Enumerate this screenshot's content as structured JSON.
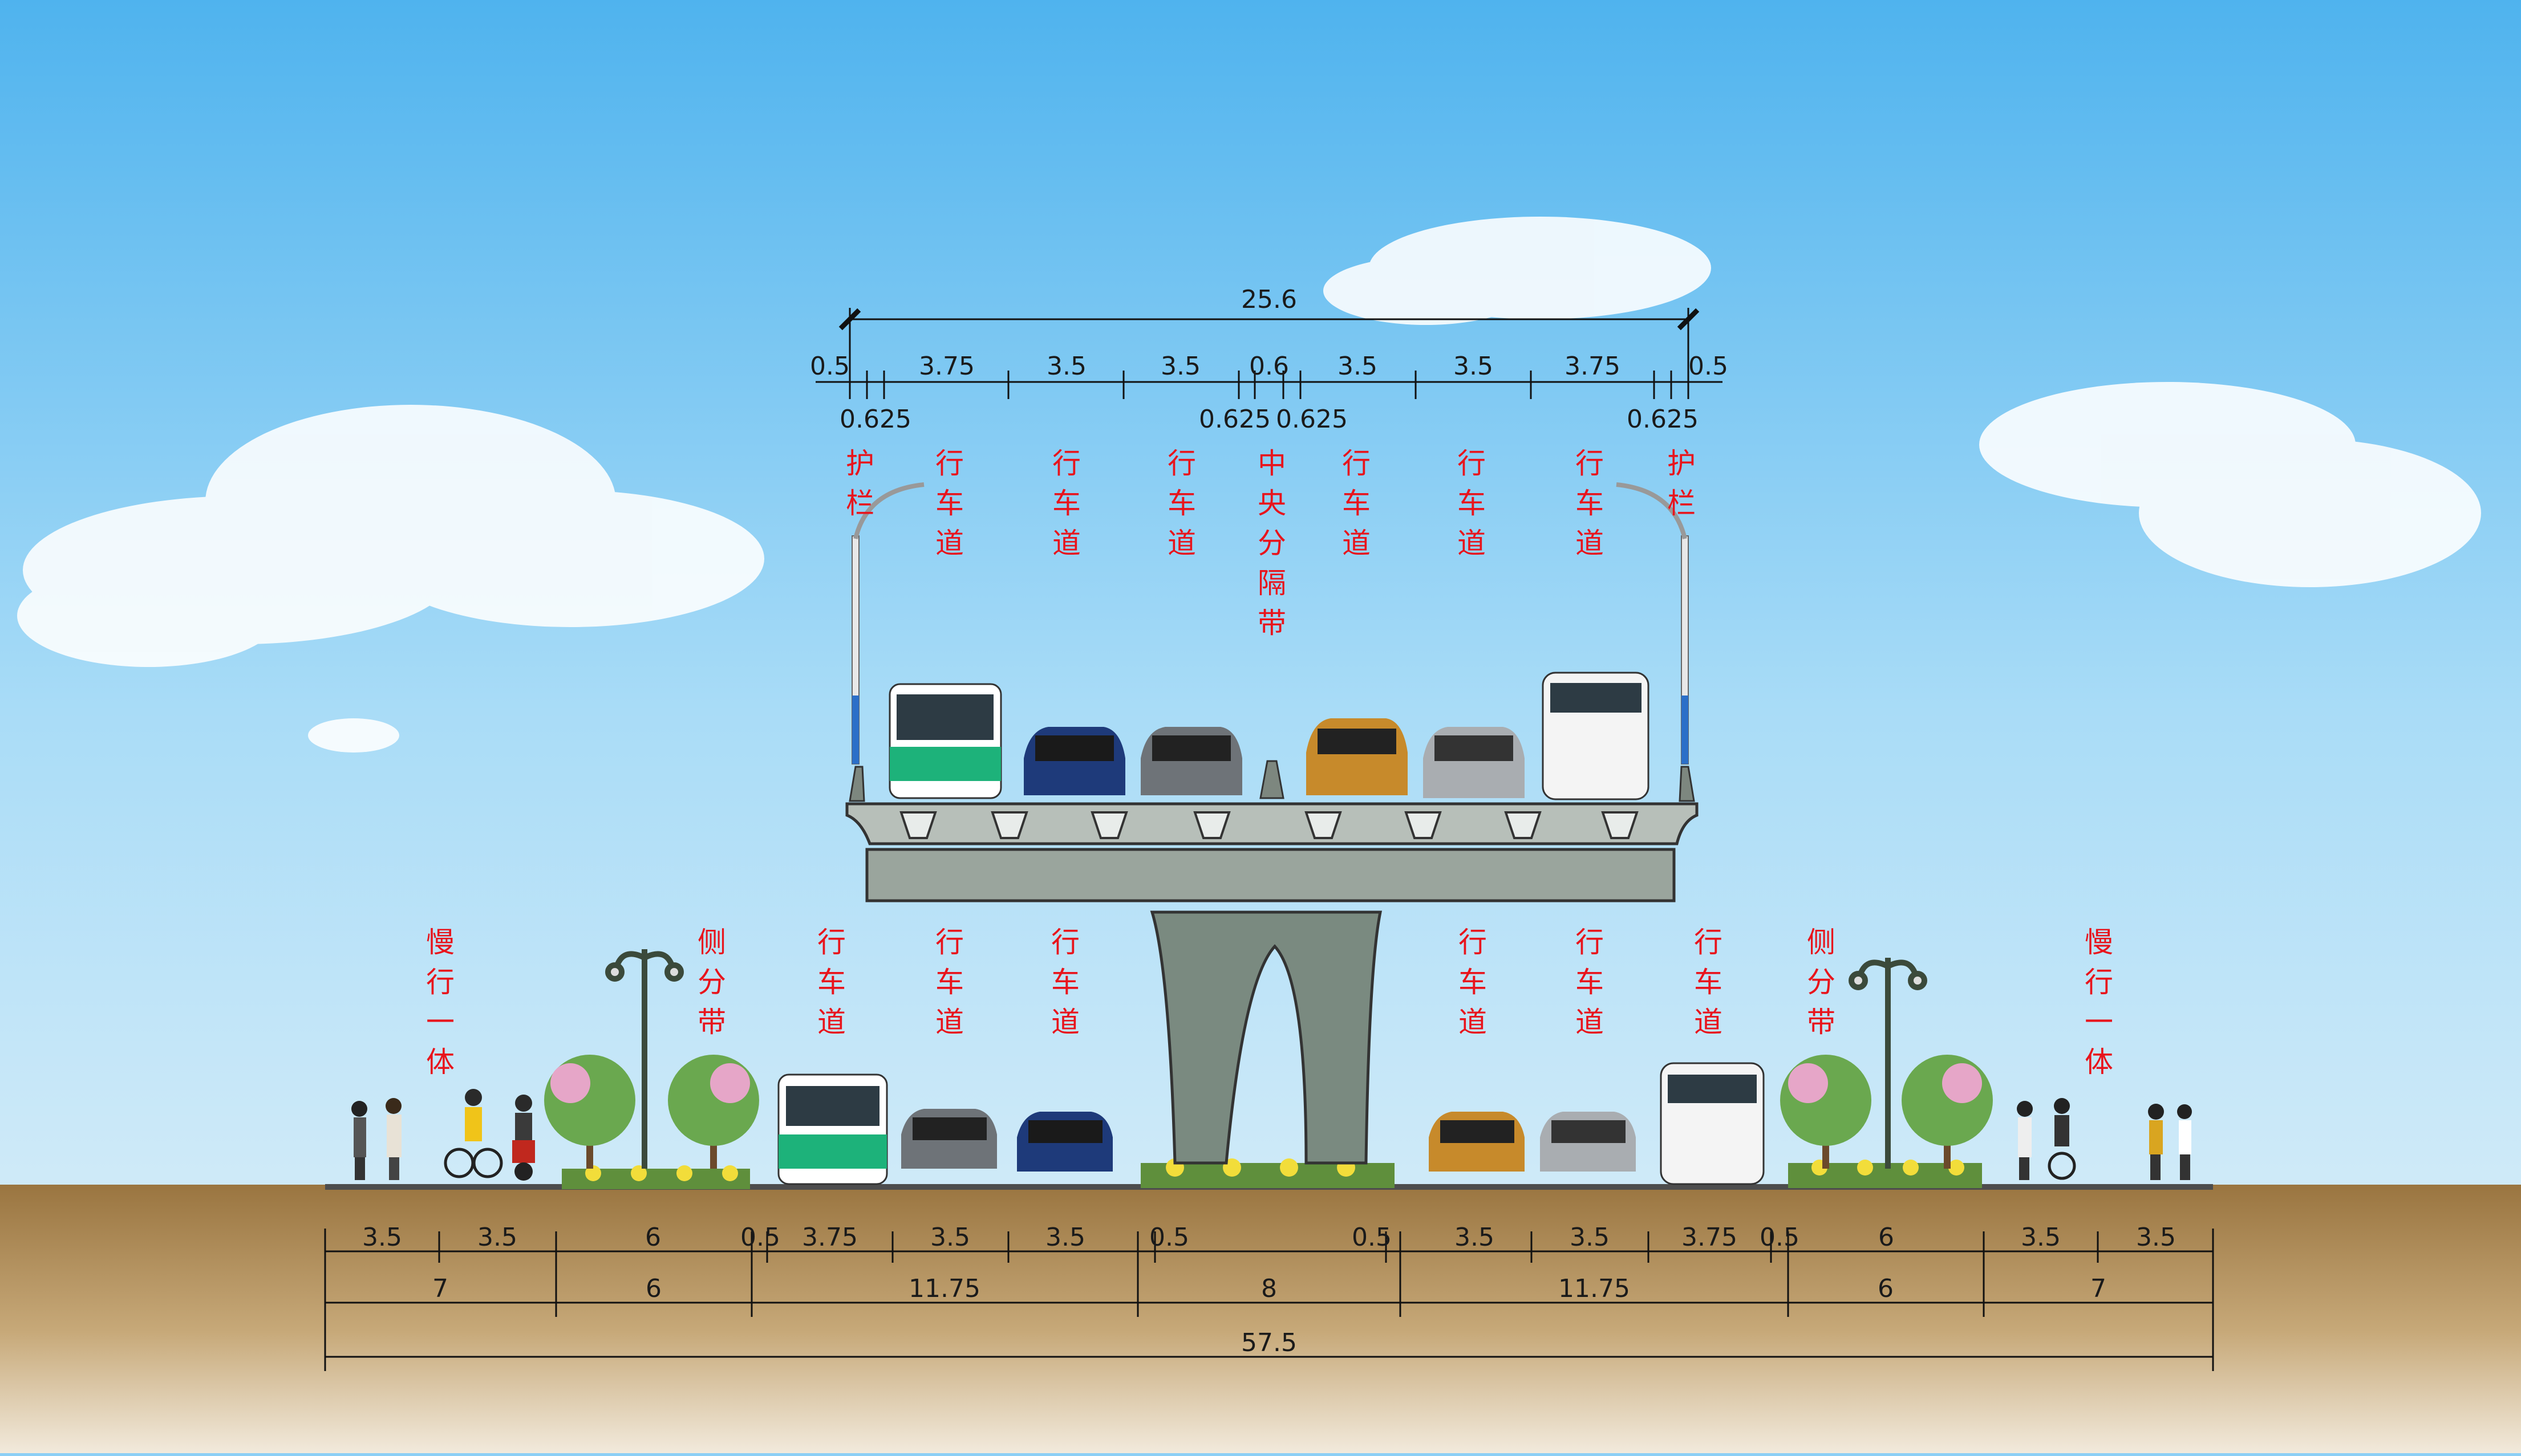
{
  "colors": {
    "label_red": "#e8141c",
    "sky_top": "#4fb3ee",
    "ground_brown": "#a8834e",
    "pier_gray": "#7a8a80"
  },
  "upper_deck": {
    "total_width": "25.6",
    "dims_top": {
      "left_edge": "0.5",
      "lane_3_75_left": "3.75",
      "lane_3_5_a": "3.5",
      "lane_3_5_b": "3.5",
      "median": "0.6",
      "lane_3_5_c": "3.5",
      "lane_3_5_d": "3.5",
      "lane_3_75_right": "3.75",
      "right_edge": "0.5"
    },
    "dims_bottom": {
      "left_guard": "0.625",
      "median_left": "0.625",
      "median_right": "0.625",
      "right_guard": "0.625"
    },
    "labels": {
      "guardrail": "护栏",
      "lane": "行车道",
      "median": "中央分隔带"
    }
  },
  "ground": {
    "labels": {
      "slow": "慢行一体",
      "side_divider": "侧分带",
      "lane": "行车道"
    },
    "row1": [
      "3.5",
      "3.5",
      "6",
      "0.5",
      "3.75",
      "3.5",
      "3.5",
      "0.5",
      "0.5",
      "3.5",
      "3.5",
      "3.75",
      "0.5",
      "6",
      "3.5",
      "3.5"
    ],
    "row2": [
      "7",
      "6",
      "11.75",
      "8",
      "11.75",
      "6",
      "7"
    ],
    "total": "57.5"
  }
}
